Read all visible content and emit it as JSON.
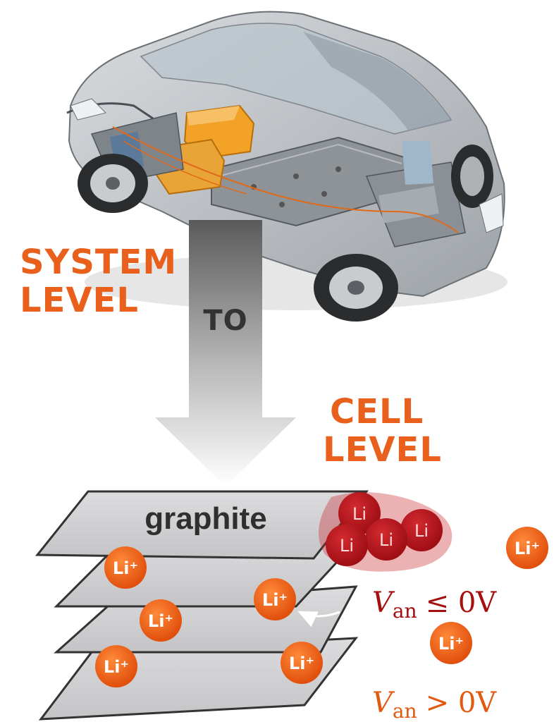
{
  "headings": {
    "system_line1": "SYSTEM",
    "system_line2": "LEVEL",
    "to": "TO",
    "cell_line1": "CELL",
    "cell_line2": "LEVEL"
  },
  "layers": {
    "top_label": "graphite"
  },
  "ions": {
    "label": "Li⁺",
    "plated_label": "Li"
  },
  "equations": {
    "plating": {
      "var": "V",
      "sub": "an",
      "rel": "≤ 0V",
      "color": "#a50f0f"
    },
    "normal": {
      "var": "V",
      "sub": "an",
      "rel": "> 0V",
      "color": "#e15a10"
    }
  },
  "colors": {
    "accent_orange": "#e8601c",
    "ion_orange": "#e8540f",
    "plated_red": "#b5141b",
    "sheet_gray": "#cfcfd1",
    "arrow_gray": "#666666"
  },
  "illustration": {
    "subject": "electric-car-cutaway",
    "icon": "car-icon"
  }
}
